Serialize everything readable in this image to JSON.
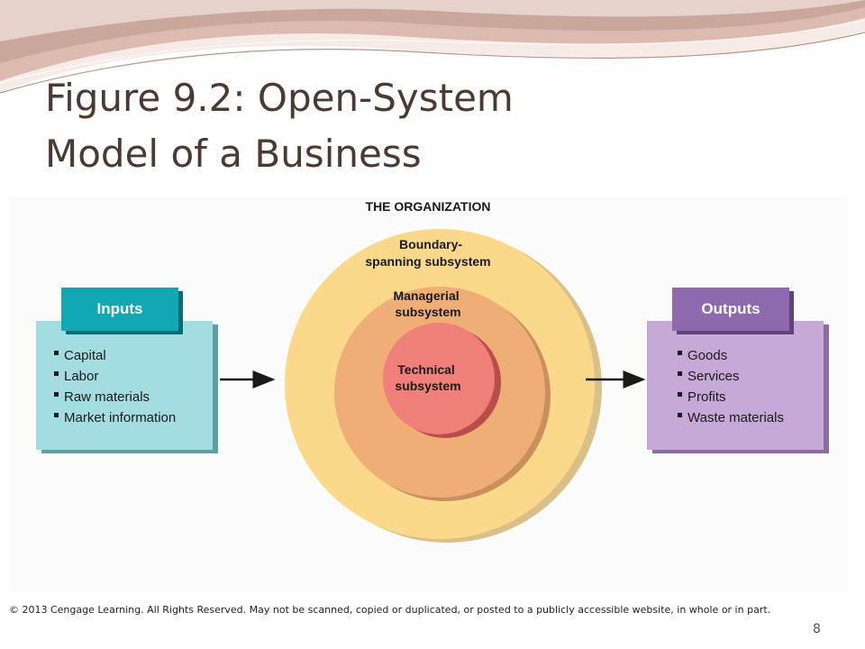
{
  "slide": {
    "title_lines": [
      "Figure 9.2: Open-System",
      "Model of a Business"
    ],
    "page_number": "8",
    "copyright": "© 2013 Cengage Learning. All Rights Reserved. May not be scanned, copied or duplicated, or posted to a publicly accessible website, in whole or in part."
  },
  "diagram": {
    "organization_label": "THE ORGANIZATION",
    "inputs": {
      "label": "Inputs",
      "items": [
        "Capital",
        "Labor",
        "Raw materials",
        "Market information"
      ]
    },
    "outputs": {
      "label": "Outputs",
      "items": [
        "Goods",
        "Services",
        "Profits",
        "Waste materials"
      ]
    },
    "rings": {
      "boundary": [
        "Boundary-",
        "spanning subsystem"
      ],
      "managerial": [
        "Managerial",
        "subsystem"
      ],
      "technical": [
        "Technical",
        "subsystem"
      ]
    },
    "colors": {
      "inputs_tab": "#11a8b3",
      "inputs_box": "#a3dde2",
      "outputs_tab": "#8e69ae",
      "outputs_box": "#c6a9d6",
      "boundary_ring": "#fcd88a",
      "managerial_ring": "#eeae76",
      "technical_core": "#f07f7a",
      "title_text": "#4a3a32"
    }
  }
}
